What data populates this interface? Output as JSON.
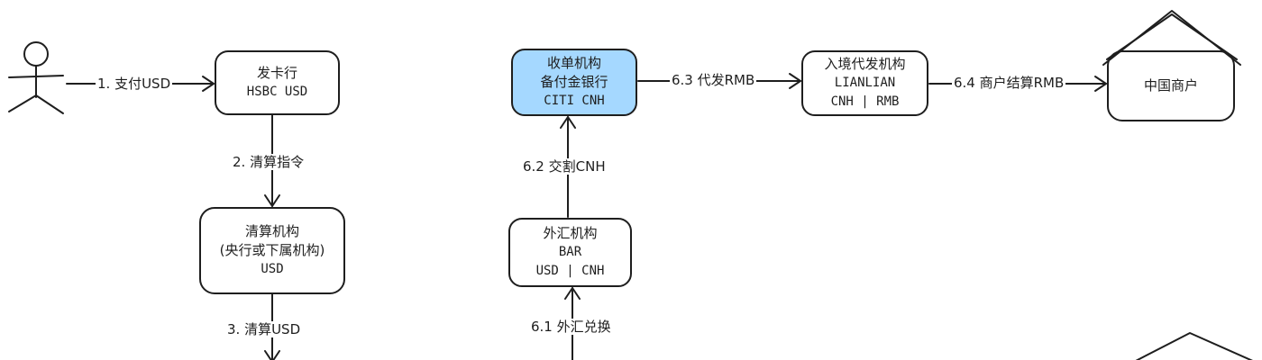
{
  "colors": {
    "stroke": "#1e1e1e",
    "highlight_fill": "#a5d8ff"
  },
  "nodes": {
    "user": {
      "icon": "person-icon"
    },
    "issuer": {
      "line1": "发卡行",
      "line2": "HSBC USD"
    },
    "clearing": {
      "line1": "清算机构",
      "line2": "(央行或下属机构)",
      "line3": "USD"
    },
    "acquirer": {
      "line1": "收单机构",
      "line2": "备付金银行",
      "line3": "CITI CNH"
    },
    "fx": {
      "line1": "外汇机构",
      "line2": "BAR",
      "line3": "USD | CNH"
    },
    "agent": {
      "line1": "入境代发机构",
      "line2": "LIANLIAN",
      "line3": "CNH | RMB"
    },
    "merchant": {
      "line1": "中国商户",
      "icon": "house-icon"
    }
  },
  "edges": {
    "e1": "1. 支付USD",
    "e2": "2. 清算指令",
    "e3": "3. 清算USD",
    "e61": "6.1 外汇兑换",
    "e62": "6.2 交割CNH",
    "e63": "6.3 代发RMB",
    "e64": "6.4 商户结算RMB"
  }
}
